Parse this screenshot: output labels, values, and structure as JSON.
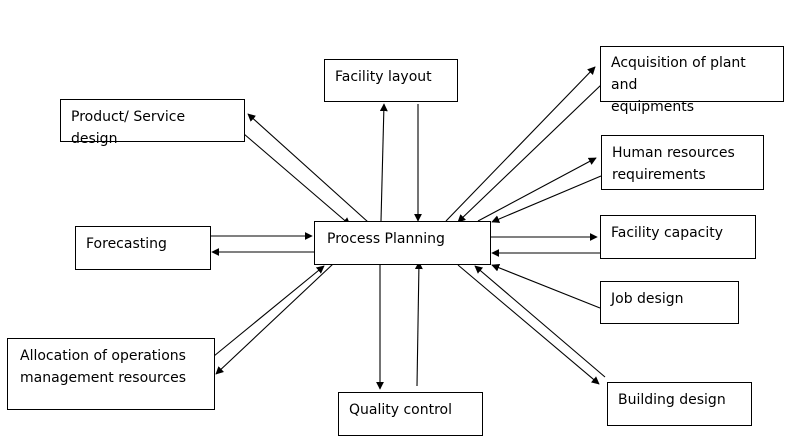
{
  "diagram": {
    "center": {
      "label": "Process Planning"
    },
    "nodes": {
      "facility_layout": {
        "label": "Facility layout"
      },
      "product_service_design": {
        "label": "Product/ Service design"
      },
      "acquisition": {
        "line1": "Acquisition of plant and",
        "line2": "equipments"
      },
      "human_resources": {
        "line1": "Human resources",
        "line2": "requirements"
      },
      "forecasting": {
        "label": "Forecasting"
      },
      "facility_capacity": {
        "label": "Facility capacity"
      },
      "job_design": {
        "label": "Job design"
      },
      "allocation": {
        "line1": "Allocation of operations",
        "line2": "management resources"
      },
      "quality_control": {
        "label": "Quality control"
      },
      "building_design": {
        "label": "Building design"
      }
    },
    "edges": [
      {
        "node": "facility_layout",
        "direction": "both"
      },
      {
        "node": "product_service_design",
        "direction": "both"
      },
      {
        "node": "acquisition",
        "direction": "both"
      },
      {
        "node": "human_resources",
        "direction": "both"
      },
      {
        "node": "forecasting",
        "direction": "both"
      },
      {
        "node": "facility_capacity",
        "direction": "both"
      },
      {
        "node": "job_design",
        "direction": "to_center"
      },
      {
        "node": "allocation",
        "direction": "both"
      },
      {
        "node": "quality_control",
        "direction": "both"
      },
      {
        "node": "building_design",
        "direction": "both"
      }
    ]
  }
}
